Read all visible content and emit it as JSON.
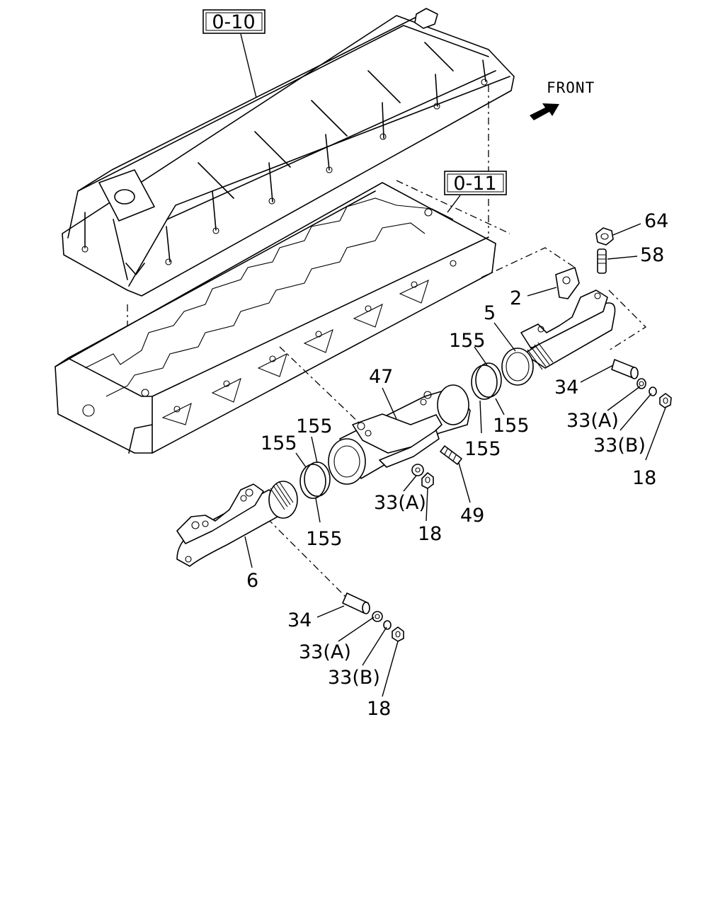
{
  "front_label": "FRONT",
  "refs": {
    "cover": "0-10",
    "head": "0-11"
  },
  "labels": {
    "p64": "64",
    "p58": "58",
    "p2": "2",
    "p5": "5",
    "p155_a": "155",
    "p34_a": "34",
    "p33a_a": "33(A)",
    "p33b_a": "33(B)",
    "p18_a": "18",
    "p47": "47",
    "p155_b": "155",
    "p155_c": "155",
    "p155_d": "155",
    "p155_e": "155",
    "p155_f": "155",
    "p33a_b": "33(A)",
    "p18_b": "18",
    "p49": "49",
    "p6": "6",
    "p34_b": "34",
    "p33a_c": "33(A)",
    "p33b_c": "33(B)",
    "p18_c": "18"
  },
  "icons": {
    "front_arrow": "front-arrow-icon"
  }
}
